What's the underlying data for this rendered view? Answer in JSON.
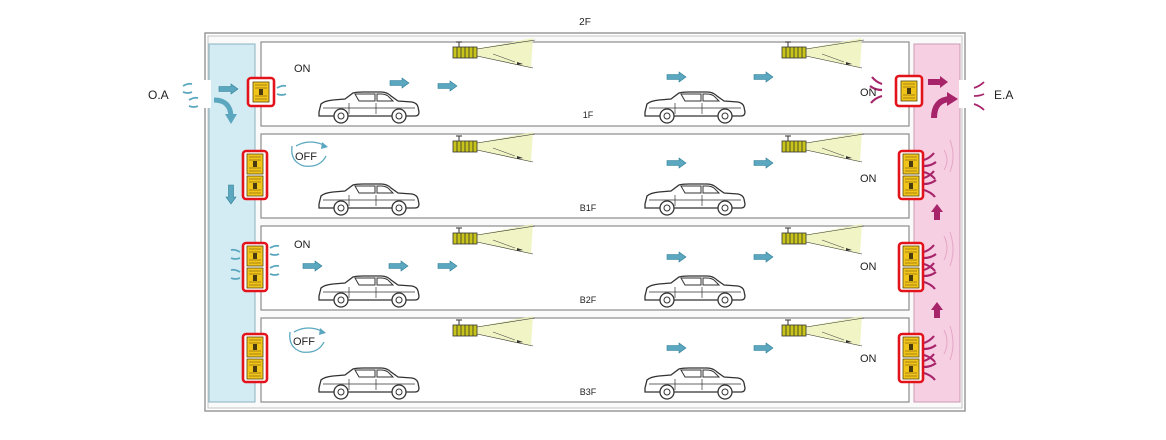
{
  "labels": {
    "top_floor": "2F",
    "outside_air": "O.A",
    "exhaust_air": "E.A"
  },
  "floors": [
    {
      "id": "1F",
      "name": "1F",
      "supply_fan": {
        "count": 1,
        "state": "ON",
        "status_label": "ON"
      },
      "exhaust_fan": {
        "count": 1,
        "state": "ON",
        "status_label": "ON"
      }
    },
    {
      "id": "B1F",
      "name": "B1F",
      "supply_fan": {
        "count": 2,
        "state": "OFF",
        "status_label": "OFF"
      },
      "exhaust_fan": {
        "count": 2,
        "state": "ON",
        "status_label": "ON"
      }
    },
    {
      "id": "B2F",
      "name": "B2F",
      "supply_fan": {
        "count": 2,
        "state": "ON",
        "status_label": "ON"
      },
      "exhaust_fan": {
        "count": 2,
        "state": "ON",
        "status_label": "ON"
      }
    },
    {
      "id": "B3F",
      "name": "B3F",
      "supply_fan": {
        "count": 2,
        "state": "OFF",
        "status_label": "OFF"
      },
      "exhaust_fan": {
        "count": 2,
        "state": "ON",
        "status_label": "ON"
      }
    }
  ],
  "colors": {
    "supply_shaft": "#d3ebf3",
    "exhaust_shaft": "#f6cfe3",
    "supply_arrow": "#5aa7bf",
    "exhaust_arrow": "#a8246a",
    "fan_highlight": "#e3131b",
    "fan_body": "#f0c419",
    "wall": "#9a9a9a",
    "jet_fan": "#c8c41a"
  }
}
